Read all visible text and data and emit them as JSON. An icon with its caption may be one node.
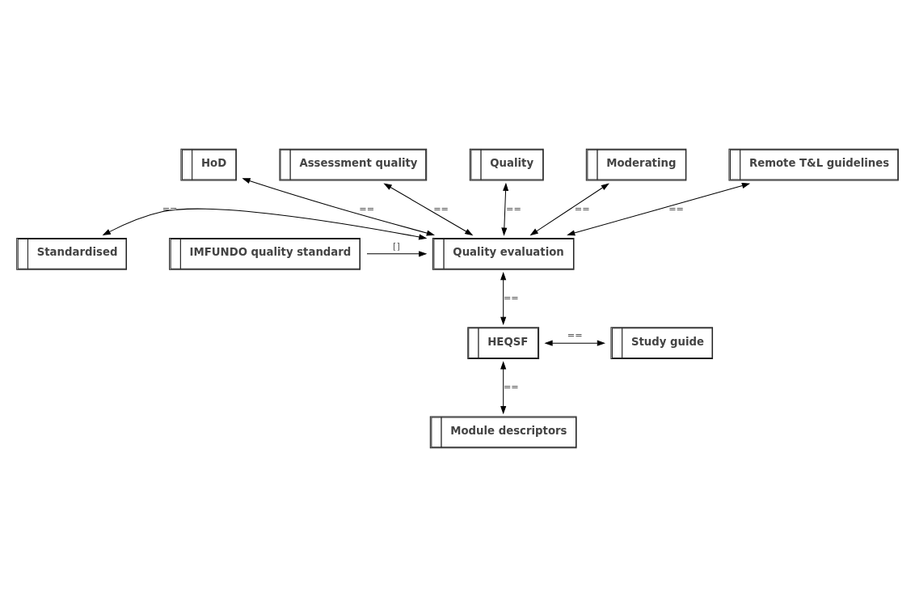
{
  "diagram": {
    "nodes": [
      {
        "text": [
          "HoD"
        ]
      },
      {
        "text": [
          "Assessment quality"
        ]
      },
      {
        "text": [
          "Quality"
        ]
      },
      {
        "text": [
          "Moderating"
        ]
      },
      {
        "text": [
          "Remote T&L guidelines"
        ]
      },
      {
        "text": [
          "Standardised"
        ]
      },
      {
        "text": [
          "Quality evaluation"
        ]
      },
      {
        "text": [
          "IMFUNDO quality standard"
        ]
      },
      {
        "text": [
          "HEQSF"
        ]
      },
      {
        "text": [
          "Study guide"
        ]
      },
      {
        "text": [
          "Module descriptors"
        ]
      }
    ],
    "edges": [
      {
        "from": 1,
        "to": 6,
        "arrow": "both",
        "label": "=="
      },
      {
        "from": 0,
        "to": 6,
        "arrow": "both",
        "label": "=="
      },
      {
        "from": 2,
        "to": 6,
        "arrow": "both",
        "label": "=="
      },
      {
        "from": 3,
        "to": 6,
        "arrow": "both",
        "label": "=="
      },
      {
        "from": 4,
        "to": 6,
        "arrow": "both",
        "label": "=="
      },
      {
        "from": 5,
        "to": 6,
        "arrow": "both",
        "label": "=="
      },
      {
        "from": 7,
        "to": 6,
        "arrow": "to",
        "label": "[]"
      },
      {
        "from": 6,
        "to": 8,
        "arrow": "both",
        "label": "=="
      },
      {
        "from": 8,
        "to": 9,
        "arrow": "both",
        "label": "=="
      },
      {
        "from": 8,
        "to": 10,
        "arrow": "both",
        "label": "=="
      }
    ]
  }
}
